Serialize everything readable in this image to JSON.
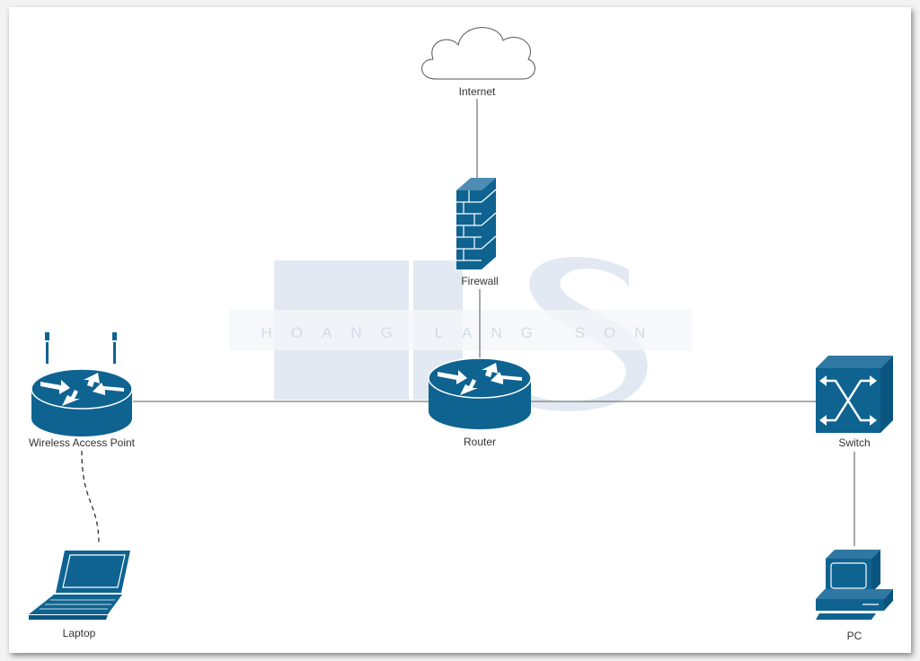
{
  "watermark": {
    "logo": "HLS",
    "text": "HOANG LANG SON"
  },
  "colors": {
    "device": "#0f6391",
    "link": "#7a7a7a"
  },
  "nodes": {
    "internet": {
      "label": "Internet",
      "icon": "cloud-icon"
    },
    "firewall": {
      "label": "Firewall",
      "icon": "firewall-icon"
    },
    "router": {
      "label": "Router",
      "icon": "router-icon"
    },
    "wap": {
      "label": "Wireless Access Point",
      "icon": "wireless-router-icon"
    },
    "switch": {
      "label": "Switch",
      "icon": "switch-icon"
    },
    "laptop": {
      "label": "Laptop",
      "icon": "laptop-icon"
    },
    "pc": {
      "label": "PC",
      "icon": "pc-icon"
    }
  },
  "links": [
    {
      "from": "internet",
      "to": "firewall",
      "style": "solid"
    },
    {
      "from": "firewall",
      "to": "router",
      "style": "solid"
    },
    {
      "from": "wap",
      "to": "router",
      "style": "solid"
    },
    {
      "from": "router",
      "to": "switch",
      "style": "solid"
    },
    {
      "from": "switch",
      "to": "pc",
      "style": "solid"
    },
    {
      "from": "wap",
      "to": "laptop",
      "style": "dashed"
    }
  ]
}
